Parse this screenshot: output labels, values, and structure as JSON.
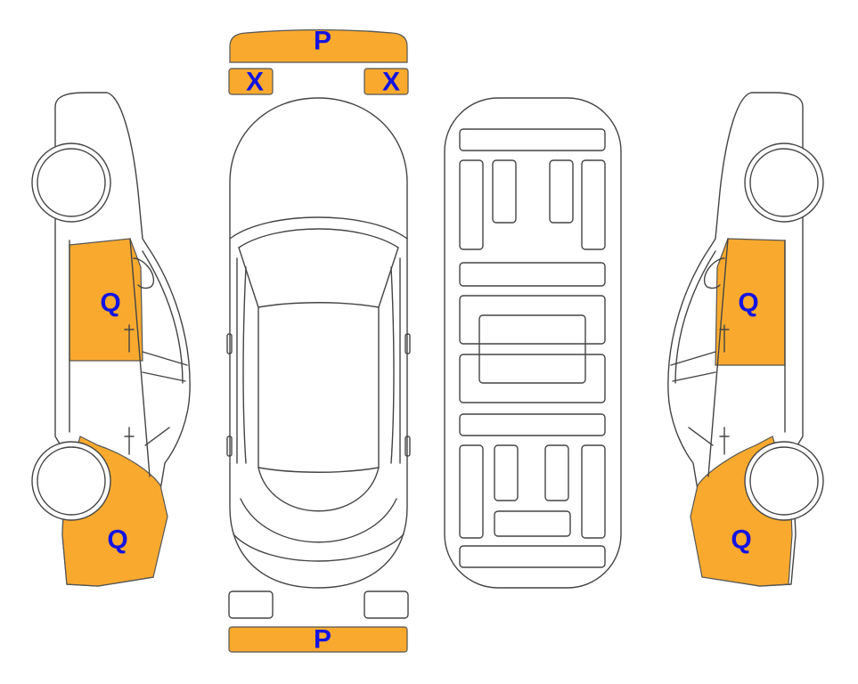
{
  "colors": {
    "damage_fill": "#F9AA2E",
    "label_color": "#1414E0",
    "outline": "#444444",
    "background": "#FFFFFF"
  },
  "labels": {
    "top_bumper": "P",
    "left_mirror": "X",
    "right_mirror": "X",
    "left_front_door": "Q",
    "left_rear_quarter": "Q",
    "right_front_door": "Q",
    "right_rear_quarter": "Q",
    "bottom_bumper": "P"
  }
}
